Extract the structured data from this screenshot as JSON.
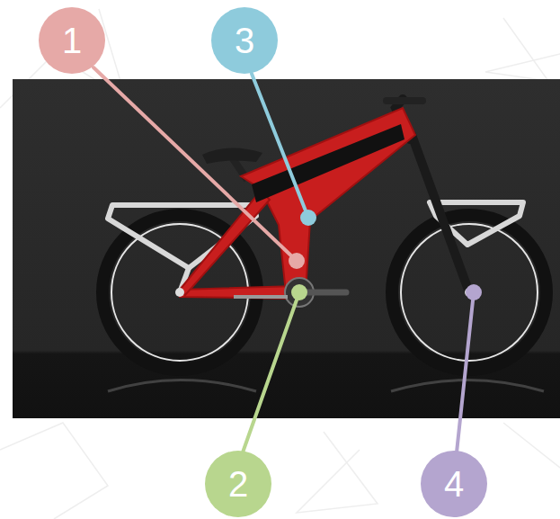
{
  "diagram": {
    "nodes": [
      {
        "text": [
          "1"
        ]
      },
      {
        "text": [
          "3"
        ]
      },
      {
        "text": [
          "2"
        ]
      },
      {
        "text": [
          "4"
        ]
      }
    ]
  }
}
